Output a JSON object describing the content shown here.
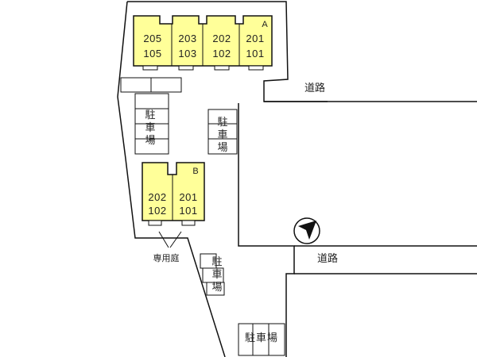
{
  "building_a": {
    "label": "A",
    "units": [
      {
        "upper": "205",
        "lower": "105"
      },
      {
        "upper": "203",
        "lower": "103"
      },
      {
        "upper": "202",
        "lower": "102"
      },
      {
        "upper": "201",
        "lower": "101"
      }
    ]
  },
  "building_b": {
    "label": "B",
    "units": [
      {
        "upper": "202",
        "lower": "102"
      },
      {
        "upper": "201",
        "lower": "101"
      }
    ]
  },
  "parking": {
    "left": "駐車場",
    "center": "駐車場",
    "lower": "駐車場",
    "bottom": "駐車場"
  },
  "roads": {
    "upper": "道路",
    "lower": "道路"
  },
  "private_garden": "専用庭",
  "colors": {
    "building_fill": "#ffff99",
    "line": "#111111",
    "background": "#ffffff"
  },
  "compass": {
    "icon": "north-arrow-icon"
  }
}
